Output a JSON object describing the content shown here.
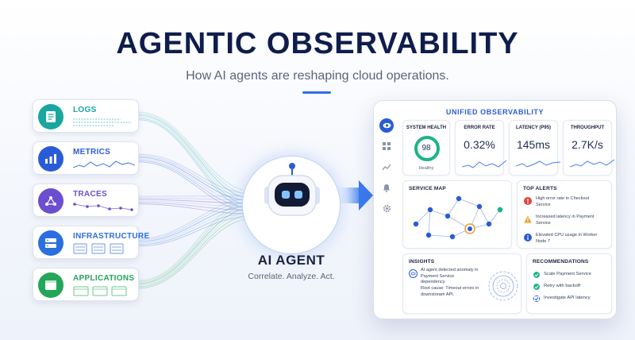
{
  "header": {
    "title": "AGENTIC OBSERVABILITY",
    "subtitle": "How AI agents are reshaping cloud operations."
  },
  "sources": [
    {
      "label": "LOGS",
      "color": "#1aa6a0",
      "icon": "document-icon"
    },
    {
      "label": "METRICS",
      "color": "#2a5bd7",
      "icon": "bar-chart-icon"
    },
    {
      "label": "TRACES",
      "color": "#6a4fd0",
      "icon": "network-icon"
    },
    {
      "label": "INFRASTRUCTURE",
      "color": "#2a6fe0",
      "icon": "server-icon"
    },
    {
      "label": "APPLICATIONS",
      "color": "#23a55a",
      "icon": "app-window-icon"
    }
  ],
  "agent": {
    "label": "AI AGENT",
    "tagline": "Correlate. Analyze. Act.",
    "icon": "robot-icon"
  },
  "dashboard": {
    "title": "UNIFIED OBSERVABILITY",
    "sidebar_icons": [
      "eye-icon",
      "grid-icon",
      "chart-icon",
      "bell-icon",
      "gear-icon"
    ],
    "kpis": {
      "health": {
        "label": "SYSTEM HEALTH",
        "value": "98",
        "caption": "Healthy",
        "score": 98
      },
      "error": {
        "label": "ERROR RATE",
        "value": "0.32%"
      },
      "latency": {
        "label": "LATENCY (P95)",
        "value": "145ms"
      },
      "throughput": {
        "label": "THROUGHPUT",
        "value": "2.7K/s"
      }
    },
    "service_map": {
      "label": "SERVICE MAP"
    },
    "alerts": {
      "label": "TOP ALERTS",
      "items": [
        {
          "text": "High error rate in Checkout Service",
          "severity": "critical",
          "icon": "alert-icon"
        },
        {
          "text": "Increased latency in Payment Service",
          "severity": "warning",
          "icon": "warning-icon"
        },
        {
          "text": "Elevated CPU usage in Worker Node 7",
          "severity": "info",
          "icon": "info-icon"
        }
      ]
    },
    "insights": {
      "label": "INSIGHTS",
      "primary": "AI agent detected anomaly in Payment Service dependency.",
      "secondary": "Root cause: Timeout errors in downstream API."
    },
    "recommendations": {
      "label": "RECOMMENDATIONS",
      "items": [
        "Scale Payment Service",
        "Retry with backoff",
        "Investigate API latency"
      ]
    }
  },
  "colors": {
    "brand_navy": "#0f1d4d",
    "accent_blue": "#2a5bd7",
    "healthy_green": "#1db486",
    "critical_red": "#e0443c",
    "warning_orange": "#f29b2b"
  }
}
